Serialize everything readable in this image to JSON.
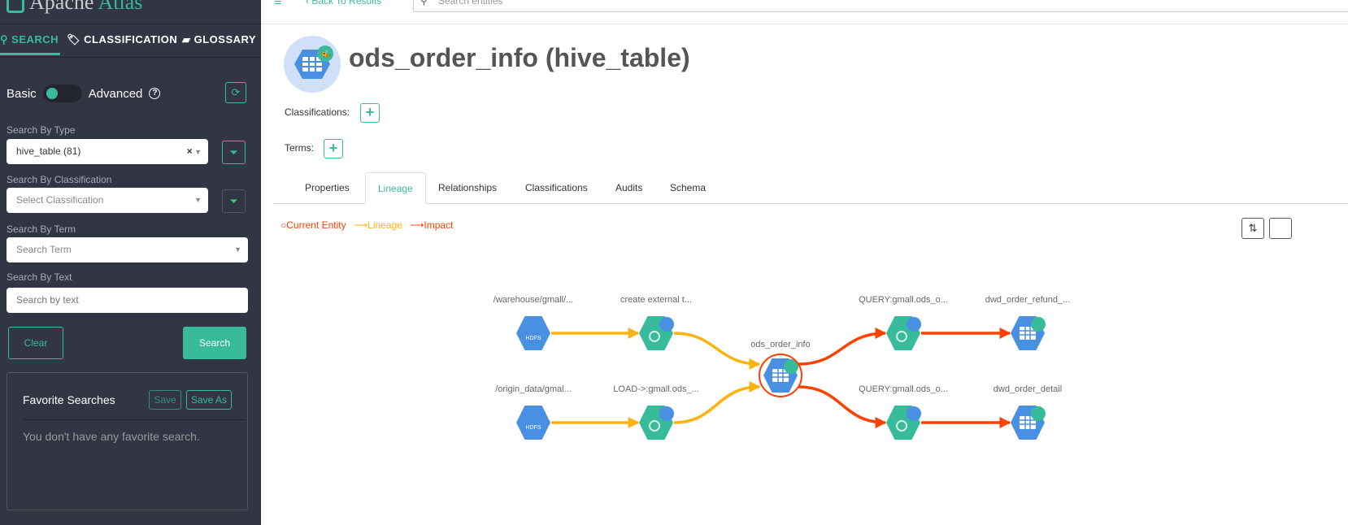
{
  "app": {
    "name_part1": "Apache",
    "name_part2": "Atlas"
  },
  "sidebar": {
    "tabs": [
      {
        "label": "SEARCH",
        "icon": "search-icon",
        "active": true
      },
      {
        "label": "CLASSIFICATION",
        "icon": "tag-icon"
      },
      {
        "label": "GLOSSARY",
        "icon": "folder-open-icon"
      }
    ],
    "toggle": {
      "left": "Basic",
      "right": "Advanced",
      "mode": "basic"
    },
    "type_label": "Search By Type",
    "type_value": "hive_table (81)",
    "classification_label": "Search By Classification",
    "classification_placeholder": "Select Classification",
    "term_label": "Search By Term",
    "term_placeholder": "Search Term",
    "text_label": "Search By Text",
    "text_placeholder": "Search by text",
    "clear": "Clear",
    "search": "Search",
    "favorites": {
      "title": "Favorite Searches",
      "save": "Save",
      "save_as": "Save As",
      "empty": "You don't have any favorite search."
    }
  },
  "topbar": {
    "back": "Back To Results",
    "search_placeholder": "Search entities"
  },
  "entity": {
    "title": "ods_order_info (hive_table)",
    "classifications_label": "Classifications:",
    "terms_label": "Terms:"
  },
  "tabs": [
    "Properties",
    "Lineage",
    "Relationships",
    "Classifications",
    "Audits",
    "Schema"
  ],
  "active_tab": "Lineage",
  "legend": {
    "current": "Current Entity",
    "lineage": "Lineage",
    "impact": "Impact"
  },
  "colors": {
    "accent": "#37bb9b",
    "lineage": "#fdb30f",
    "impact": "#fb4200",
    "sidebar": "#323544",
    "node_blue": "#4a90e2"
  },
  "lineage": {
    "nodes": [
      {
        "id": "n1",
        "label": "/warehouse/gmall/...",
        "kind": "hdfs"
      },
      {
        "id": "n2",
        "label": "create external t...",
        "kind": "process"
      },
      {
        "id": "n3",
        "label": "/origin_data/gmal...",
        "kind": "hdfs"
      },
      {
        "id": "n4",
        "label": "LOAD->:gmall.ods_...",
        "kind": "process"
      },
      {
        "id": "n5",
        "label": "ods_order_info",
        "kind": "table",
        "current": true
      },
      {
        "id": "n6",
        "label": "QUERY:gmall.ods_o...",
        "kind": "process"
      },
      {
        "id": "n7",
        "label": "QUERY:gmall.ods_o...",
        "kind": "process"
      },
      {
        "id": "n8",
        "label": "dwd_order_refund_...",
        "kind": "table"
      },
      {
        "id": "n9",
        "label": "dwd_order_detail",
        "kind": "table"
      }
    ],
    "edges": [
      {
        "from": "n1",
        "to": "n2",
        "type": "lineage"
      },
      {
        "from": "n3",
        "to": "n4",
        "type": "lineage"
      },
      {
        "from": "n2",
        "to": "n5",
        "type": "lineage"
      },
      {
        "from": "n4",
        "to": "n5",
        "type": "lineage"
      },
      {
        "from": "n5",
        "to": "n6",
        "type": "impact"
      },
      {
        "from": "n5",
        "to": "n7",
        "type": "impact"
      },
      {
        "from": "n6",
        "to": "n8",
        "type": "impact"
      },
      {
        "from": "n7",
        "to": "n9",
        "type": "impact"
      }
    ]
  }
}
